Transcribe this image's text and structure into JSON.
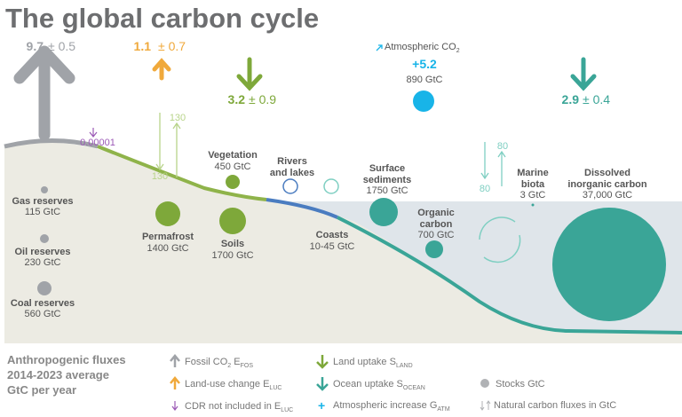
{
  "title": "The global carbon cycle",
  "colors": {
    "fossil": "#a0a3a8",
    "luc": "#f0a93b",
    "land": "#7ea83a",
    "ocean": "#3aa597",
    "atm": "#18b4e8",
    "cdr": "#9b59b6",
    "natural_land": "#b8d48a",
    "natural_ocean": "#7fcfc2",
    "land_bg": "#ecebe3",
    "ocean_bg": "#dfe5ea"
  },
  "fluxes": {
    "fossil": {
      "value": "9.7",
      "unc": "± 0.5"
    },
    "luc": {
      "value": "1.1",
      "unc": "± 0.7"
    },
    "land": {
      "value": "3.2",
      "unc": "± 0.9"
    },
    "ocean": {
      "value": "2.9",
      "unc": "± 0.4"
    },
    "cdr": "0.00001",
    "atm": {
      "label": "Atmospheric CO",
      "sub": "2",
      "increase": "+5.2",
      "stock": "890 GtC"
    },
    "land_natural": {
      "down": "130",
      "up": "130"
    },
    "ocean_natural": {
      "down": "80",
      "up": "80"
    }
  },
  "stocks": [
    {
      "name": "Vegetation",
      "value": "450 GtC"
    },
    {
      "name": "Rivers",
      "name2": "and lakes"
    },
    {
      "name": "Surface",
      "name2": "sediments",
      "value": "1750 GtC"
    },
    {
      "name": "Marine",
      "name2": "biota",
      "value": "3 GtC"
    },
    {
      "name": "Dissolved",
      "name2": "inorganic carbon",
      "value": "37,000 GtC"
    },
    {
      "name": "Gas reserves",
      "value": "115 GtC"
    },
    {
      "name": "Oil reserves",
      "value": "230 GtC"
    },
    {
      "name": "Coal reserves",
      "value": "560 GtC"
    },
    {
      "name": "Permafrost",
      "value": "1400 GtC"
    },
    {
      "name": "Soils",
      "value": "1700 GtC"
    },
    {
      "name": "Coasts",
      "value": "10-45 GtC"
    },
    {
      "name": "Organic",
      "name2": "carbon",
      "value": "700 GtC"
    }
  ],
  "legend": {
    "heading": [
      "Anthropogenic fluxes",
      "2014-2023 average",
      "GtC per year"
    ],
    "fossil": {
      "text": "Fossil CO",
      "sub1": "2",
      "text2": " E",
      "sub2": "FOS"
    },
    "luc": {
      "text": "Land-use change E",
      "sub": "LUC"
    },
    "cdr": {
      "text": "CDR not included in E",
      "sub": "LUC"
    },
    "land": {
      "text": "Land uptake S",
      "sub": "LAND"
    },
    "ocean": {
      "text": "Ocean uptake S",
      "sub": "OCEAN"
    },
    "atm": {
      "text": "Atmospheric increase G",
      "sub": "ATM"
    },
    "stocks": "Stocks GtC",
    "natural": "Natural carbon fluxes in GtC"
  }
}
